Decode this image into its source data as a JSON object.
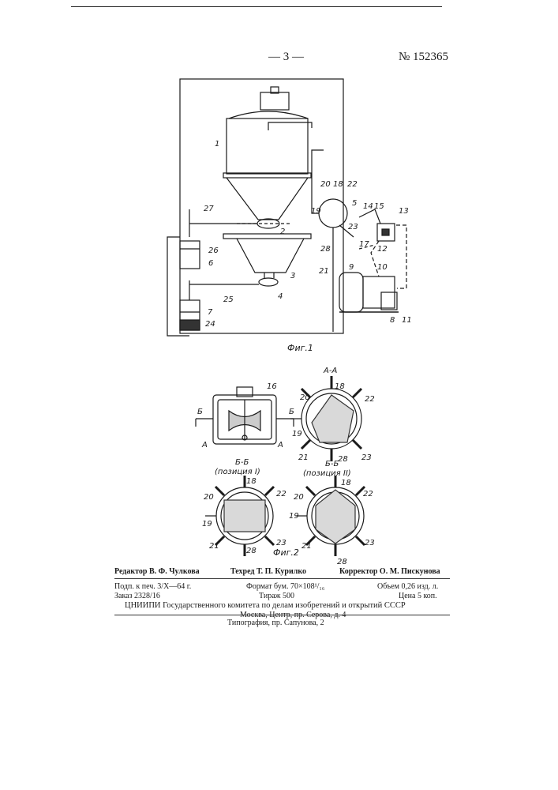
{
  "header": {
    "page_number": "— 3 —",
    "patent_number": "№ 152365"
  },
  "figures": {
    "fig1_caption": "Фиг.1",
    "fig2_caption": "Фиг.2",
    "section_aa": "А-А",
    "section_bb_1": "Б-Б",
    "position_1": "(позиция I)",
    "section_bb_2": "Б-Б",
    "position_2": "(позиция II)",
    "arrow_b": "Б",
    "arrow_a": "А"
  },
  "imprint": {
    "editor": "Редактор В. Ф. Чулкова",
    "techred": "Техред Т. П. Курилко",
    "corrector": "Корректор О. М. Пискунова",
    "signed": "Подп. к печ. 3/X—64 г.",
    "format": "Формат бум. 70×108¹/₁₆",
    "volume": "Объем 0,26 изд. л.",
    "order": "Заказ 2328/16",
    "print_run": "Тираж 500",
    "price": "Цена 5 коп.",
    "publisher": "ЦНИИПИ Государственного комитета по делам изобретений и открытий СССР",
    "address": "Москва, Центр, пр. Серова, д. 4",
    "typography": "Типография, пр. Сапунова, 2"
  },
  "labels": {
    "n1": "1",
    "n2": "2",
    "n3": "3",
    "n4": "4",
    "n5": "5",
    "n6": "6",
    "n7": "7",
    "n8": "8",
    "n9": "9",
    "n10": "10",
    "n11": "11",
    "n12": "12",
    "n13": "13",
    "n14": "14",
    "n15": "15",
    "n16": "16",
    "n17": "17",
    "n18": "18",
    "n19": "19",
    "n20": "20",
    "n21": "21",
    "n22": "22",
    "n23": "23",
    "n24": "24",
    "n25": "25",
    "n26": "26",
    "n27": "27",
    "n28": "28"
  }
}
